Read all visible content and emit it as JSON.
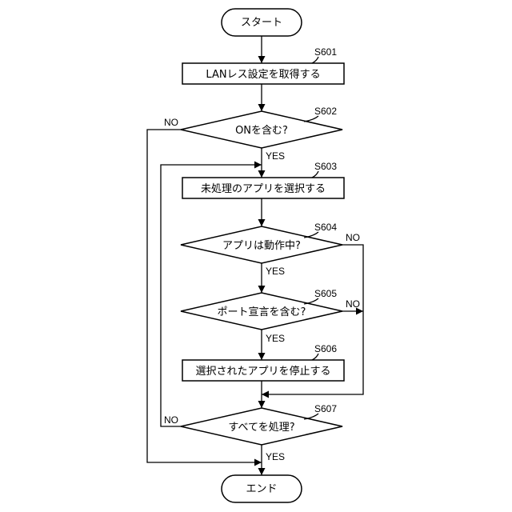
{
  "nodes": {
    "start": {
      "label": "スタート"
    },
    "s601": {
      "step": "S601",
      "label": "LANレス設定を取得する"
    },
    "s602": {
      "step": "S602",
      "label": "ONを含む?"
    },
    "s603": {
      "step": "S603",
      "label": "未処理のアプリを選択する"
    },
    "s604": {
      "step": "S604",
      "label": "アプリは動作中?"
    },
    "s605": {
      "step": "S605",
      "label": "ポート宣言を含む?"
    },
    "s606": {
      "step": "S606",
      "label": "選択されたアプリを停止する"
    },
    "s607": {
      "step": "S607",
      "label": "すべてを処理?"
    },
    "end": {
      "label": "エンド"
    }
  },
  "edges": {
    "s602_no": "NO",
    "s602_yes": "YES",
    "s604_no": "NO",
    "s604_yes": "YES",
    "s605_no": "NO",
    "s605_yes": "YES",
    "s607_no": "NO",
    "s607_yes": "YES"
  }
}
